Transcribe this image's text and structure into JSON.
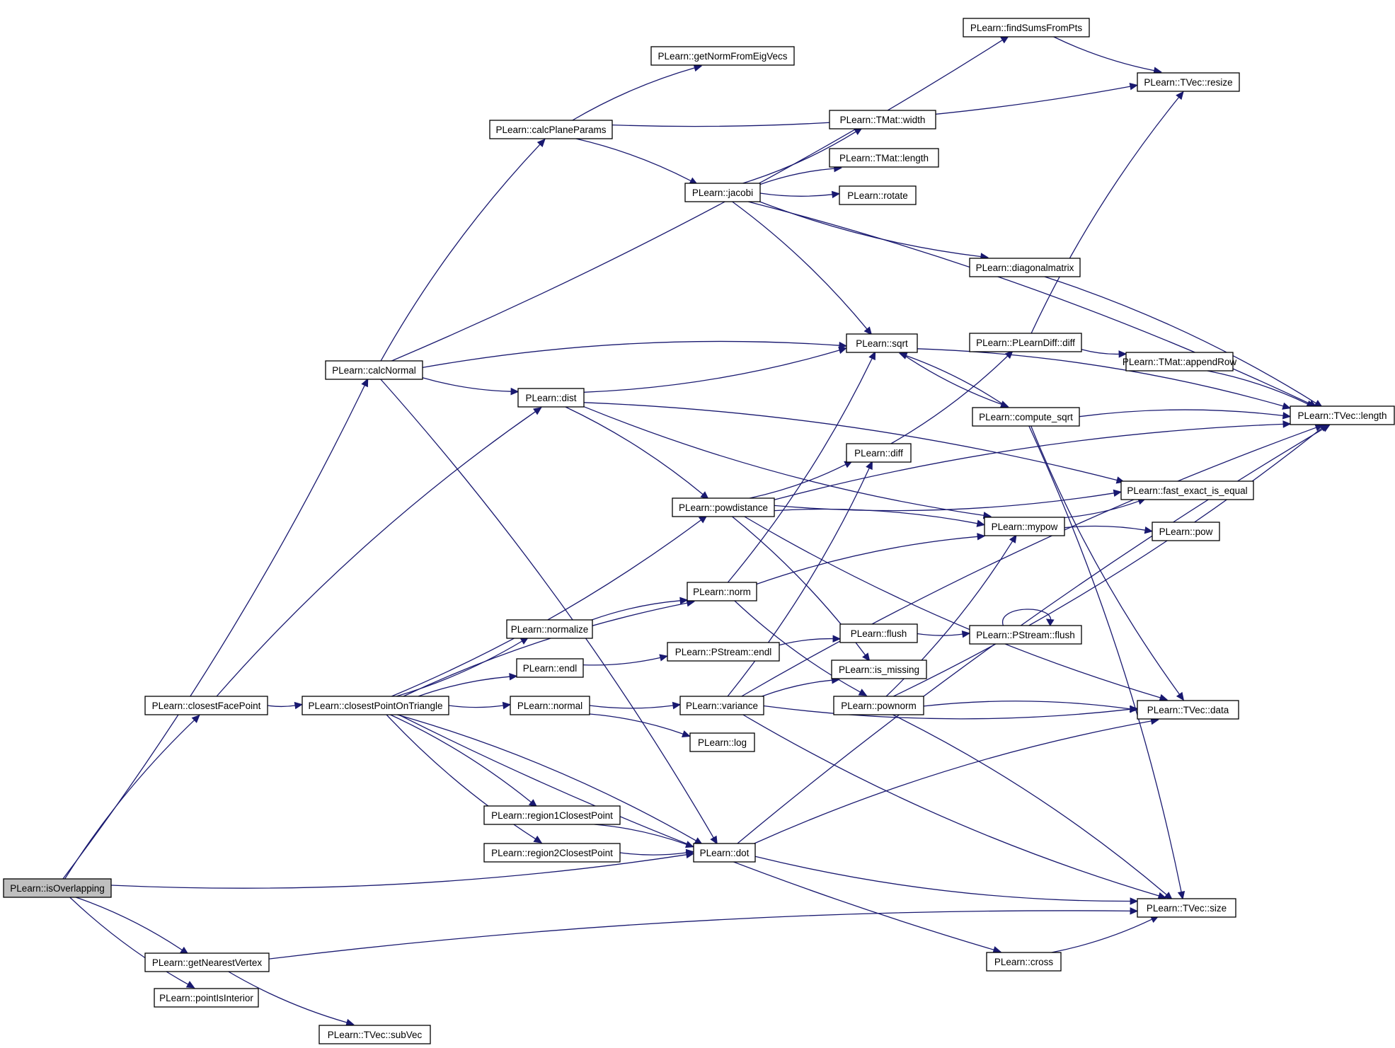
{
  "diagram": {
    "nodes": [
      {
        "id": "isOverlapping",
        "label": "PLearn::isOverlapping",
        "root": true
      },
      {
        "id": "calcNormal",
        "label": "PLearn::calcNormal"
      },
      {
        "id": "closestFacePoint",
        "label": "PLearn::closestFacePoint"
      },
      {
        "id": "getNearestVertex",
        "label": "PLearn::getNearestVertex"
      },
      {
        "id": "pointIsInterior",
        "label": "PLearn::pointIsInterior"
      },
      {
        "id": "subVec",
        "label": "PLearn::TVec::subVec"
      },
      {
        "id": "closestPointOnTriangle",
        "label": "PLearn::closestPointOnTriangle"
      },
      {
        "id": "calcPlaneParams",
        "label": "PLearn::calcPlaneParams"
      },
      {
        "id": "getNormFromEigVecs",
        "label": "PLearn::getNormFromEigVecs"
      },
      {
        "id": "dist",
        "label": "PLearn::dist"
      },
      {
        "id": "normalize",
        "label": "PLearn::normalize"
      },
      {
        "id": "endl",
        "label": "PLearn::endl"
      },
      {
        "id": "normal",
        "label": "PLearn::normal"
      },
      {
        "id": "region1ClosestPoint",
        "label": "PLearn::region1ClosestPoint"
      },
      {
        "id": "region2ClosestPoint",
        "label": "PLearn::region2ClosestPoint"
      },
      {
        "id": "jacobi",
        "label": "PLearn::jacobi"
      },
      {
        "id": "powdistance",
        "label": "PLearn::powdistance"
      },
      {
        "id": "norm",
        "label": "PLearn::norm"
      },
      {
        "id": "pstreamEndl",
        "label": "PLearn::PStream::endl"
      },
      {
        "id": "variance",
        "label": "PLearn::variance"
      },
      {
        "id": "log",
        "label": "PLearn::log"
      },
      {
        "id": "dot",
        "label": "PLearn::dot"
      },
      {
        "id": "findSumsFromPts",
        "label": "PLearn::findSumsFromPts"
      },
      {
        "id": "tmatWidth",
        "label": "PLearn::TMat::width"
      },
      {
        "id": "tmatLength",
        "label": "PLearn::TMat::length"
      },
      {
        "id": "rotate",
        "label": "PLearn::rotate"
      },
      {
        "id": "sqrt",
        "label": "PLearn::sqrt"
      },
      {
        "id": "diff",
        "label": "PLearn::diff"
      },
      {
        "id": "flush",
        "label": "PLearn::flush"
      },
      {
        "id": "isMissing",
        "label": "PLearn::is_missing"
      },
      {
        "id": "pownorm",
        "label": "PLearn::pownorm"
      },
      {
        "id": "diagonalmatrix",
        "label": "PLearn::diagonalmatrix"
      },
      {
        "id": "plearnDiffDiff",
        "label": "PLearn::PLearnDiff::diff"
      },
      {
        "id": "computeSqrt",
        "label": "PLearn::compute_sqrt"
      },
      {
        "id": "mypow",
        "label": "PLearn::mypow"
      },
      {
        "id": "pstreamFlush",
        "label": "PLearn::PStream::flush"
      },
      {
        "id": "cross",
        "label": "PLearn::cross"
      },
      {
        "id": "tvecResize",
        "label": "PLearn::TVec::resize"
      },
      {
        "id": "appendRow",
        "label": "PLearn::TMat::appendRow"
      },
      {
        "id": "fastExactIsEqual",
        "label": "PLearn::fast_exact_is_equal"
      },
      {
        "id": "pow",
        "label": "PLearn::pow"
      },
      {
        "id": "tvecData",
        "label": "PLearn::TVec::data"
      },
      {
        "id": "tvecSize",
        "label": "PLearn::TVec::size"
      },
      {
        "id": "tvecLength",
        "label": "PLearn::TVec::length"
      }
    ],
    "edges": [
      [
        "isOverlapping",
        "calcNormal"
      ],
      [
        "isOverlapping",
        "closestFacePoint"
      ],
      [
        "isOverlapping",
        "dot"
      ],
      [
        "isOverlapping",
        "getNearestVertex"
      ],
      [
        "isOverlapping",
        "pointIsInterior"
      ],
      [
        "calcNormal",
        "calcPlaneParams"
      ],
      [
        "calcNormal",
        "findSumsFromPts"
      ],
      [
        "calcNormal",
        "sqrt"
      ],
      [
        "calcNormal",
        "dist"
      ],
      [
        "calcNormal",
        "dot"
      ],
      [
        "closestFacePoint",
        "closestPointOnTriangle"
      ],
      [
        "closestFacePoint",
        "dist"
      ],
      [
        "getNearestVertex",
        "subVec"
      ],
      [
        "getNearestVertex",
        "tvecSize"
      ],
      [
        "closestPointOnTriangle",
        "powdistance"
      ],
      [
        "closestPointOnTriangle",
        "norm"
      ],
      [
        "closestPointOnTriangle",
        "normalize"
      ],
      [
        "closestPointOnTriangle",
        "endl"
      ],
      [
        "closestPointOnTriangle",
        "normal"
      ],
      [
        "closestPointOnTriangle",
        "region1ClosestPoint"
      ],
      [
        "closestPointOnTriangle",
        "region2ClosestPoint"
      ],
      [
        "closestPointOnTriangle",
        "dot"
      ],
      [
        "closestPointOnTriangle",
        "cross"
      ],
      [
        "calcPlaneParams",
        "getNormFromEigVecs"
      ],
      [
        "calcPlaneParams",
        "tvecResize"
      ],
      [
        "calcPlaneParams",
        "jacobi"
      ],
      [
        "jacobi",
        "tmatWidth"
      ],
      [
        "jacobi",
        "tmatLength"
      ],
      [
        "jacobi",
        "rotate"
      ],
      [
        "jacobi",
        "tvecLength"
      ],
      [
        "jacobi",
        "diagonalmatrix"
      ],
      [
        "jacobi",
        "sqrt"
      ],
      [
        "dist",
        "sqrt"
      ],
      [
        "dist",
        "fastExactIsEqual"
      ],
      [
        "dist",
        "mypow"
      ],
      [
        "dist",
        "powdistance"
      ],
      [
        "powdistance",
        "diff"
      ],
      [
        "powdistance",
        "tvecLength"
      ],
      [
        "powdistance",
        "fastExactIsEqual"
      ],
      [
        "powdistance",
        "mypow"
      ],
      [
        "powdistance",
        "tvecData"
      ],
      [
        "powdistance",
        "isMissing"
      ],
      [
        "norm",
        "sqrt"
      ],
      [
        "norm",
        "mypow"
      ],
      [
        "norm",
        "pownorm"
      ],
      [
        "normalize",
        "norm"
      ],
      [
        "endl",
        "pstreamEndl"
      ],
      [
        "pstreamEndl",
        "flush"
      ],
      [
        "flush",
        "pstreamFlush"
      ],
      [
        "pstreamFlush",
        "pstreamFlush"
      ],
      [
        "normal",
        "variance"
      ],
      [
        "normal",
        "log"
      ],
      [
        "variance",
        "diff"
      ],
      [
        "variance",
        "isMissing"
      ],
      [
        "variance",
        "tvecData"
      ],
      [
        "variance",
        "tvecLength"
      ],
      [
        "variance",
        "tvecSize"
      ],
      [
        "region1ClosestPoint",
        "dot"
      ],
      [
        "region2ClosestPoint",
        "dot"
      ],
      [
        "dot",
        "tvecData"
      ],
      [
        "dot",
        "tvecSize"
      ],
      [
        "dot",
        "tvecLength"
      ],
      [
        "findSumsFromPts",
        "tvecResize"
      ],
      [
        "diagonalmatrix",
        "tvecLength"
      ],
      [
        "sqrt",
        "computeSqrt"
      ],
      [
        "sqrt",
        "tvecLength"
      ],
      [
        "computeSqrt",
        "sqrt"
      ],
      [
        "computeSqrt",
        "tvecLength"
      ],
      [
        "computeSqrt",
        "tvecData"
      ],
      [
        "computeSqrt",
        "tvecSize"
      ],
      [
        "diff",
        "plearnDiffDiff"
      ],
      [
        "plearnDiffDiff",
        "tvecResize"
      ],
      [
        "plearnDiffDiff",
        "appendRow"
      ],
      [
        "appendRow",
        "tvecLength"
      ],
      [
        "mypow",
        "fastExactIsEqual"
      ],
      [
        "mypow",
        "pow"
      ],
      [
        "pownorm",
        "mypow"
      ],
      [
        "pownorm",
        "tvecData"
      ],
      [
        "pownorm",
        "tvecLength"
      ],
      [
        "pownorm",
        "tvecSize"
      ],
      [
        "cross",
        "tvecSize"
      ]
    ],
    "colors": {
      "edge": "#191970",
      "node_border": "#000000",
      "node_fill": "#ffffff",
      "root_fill": "#bfbfbf"
    }
  }
}
